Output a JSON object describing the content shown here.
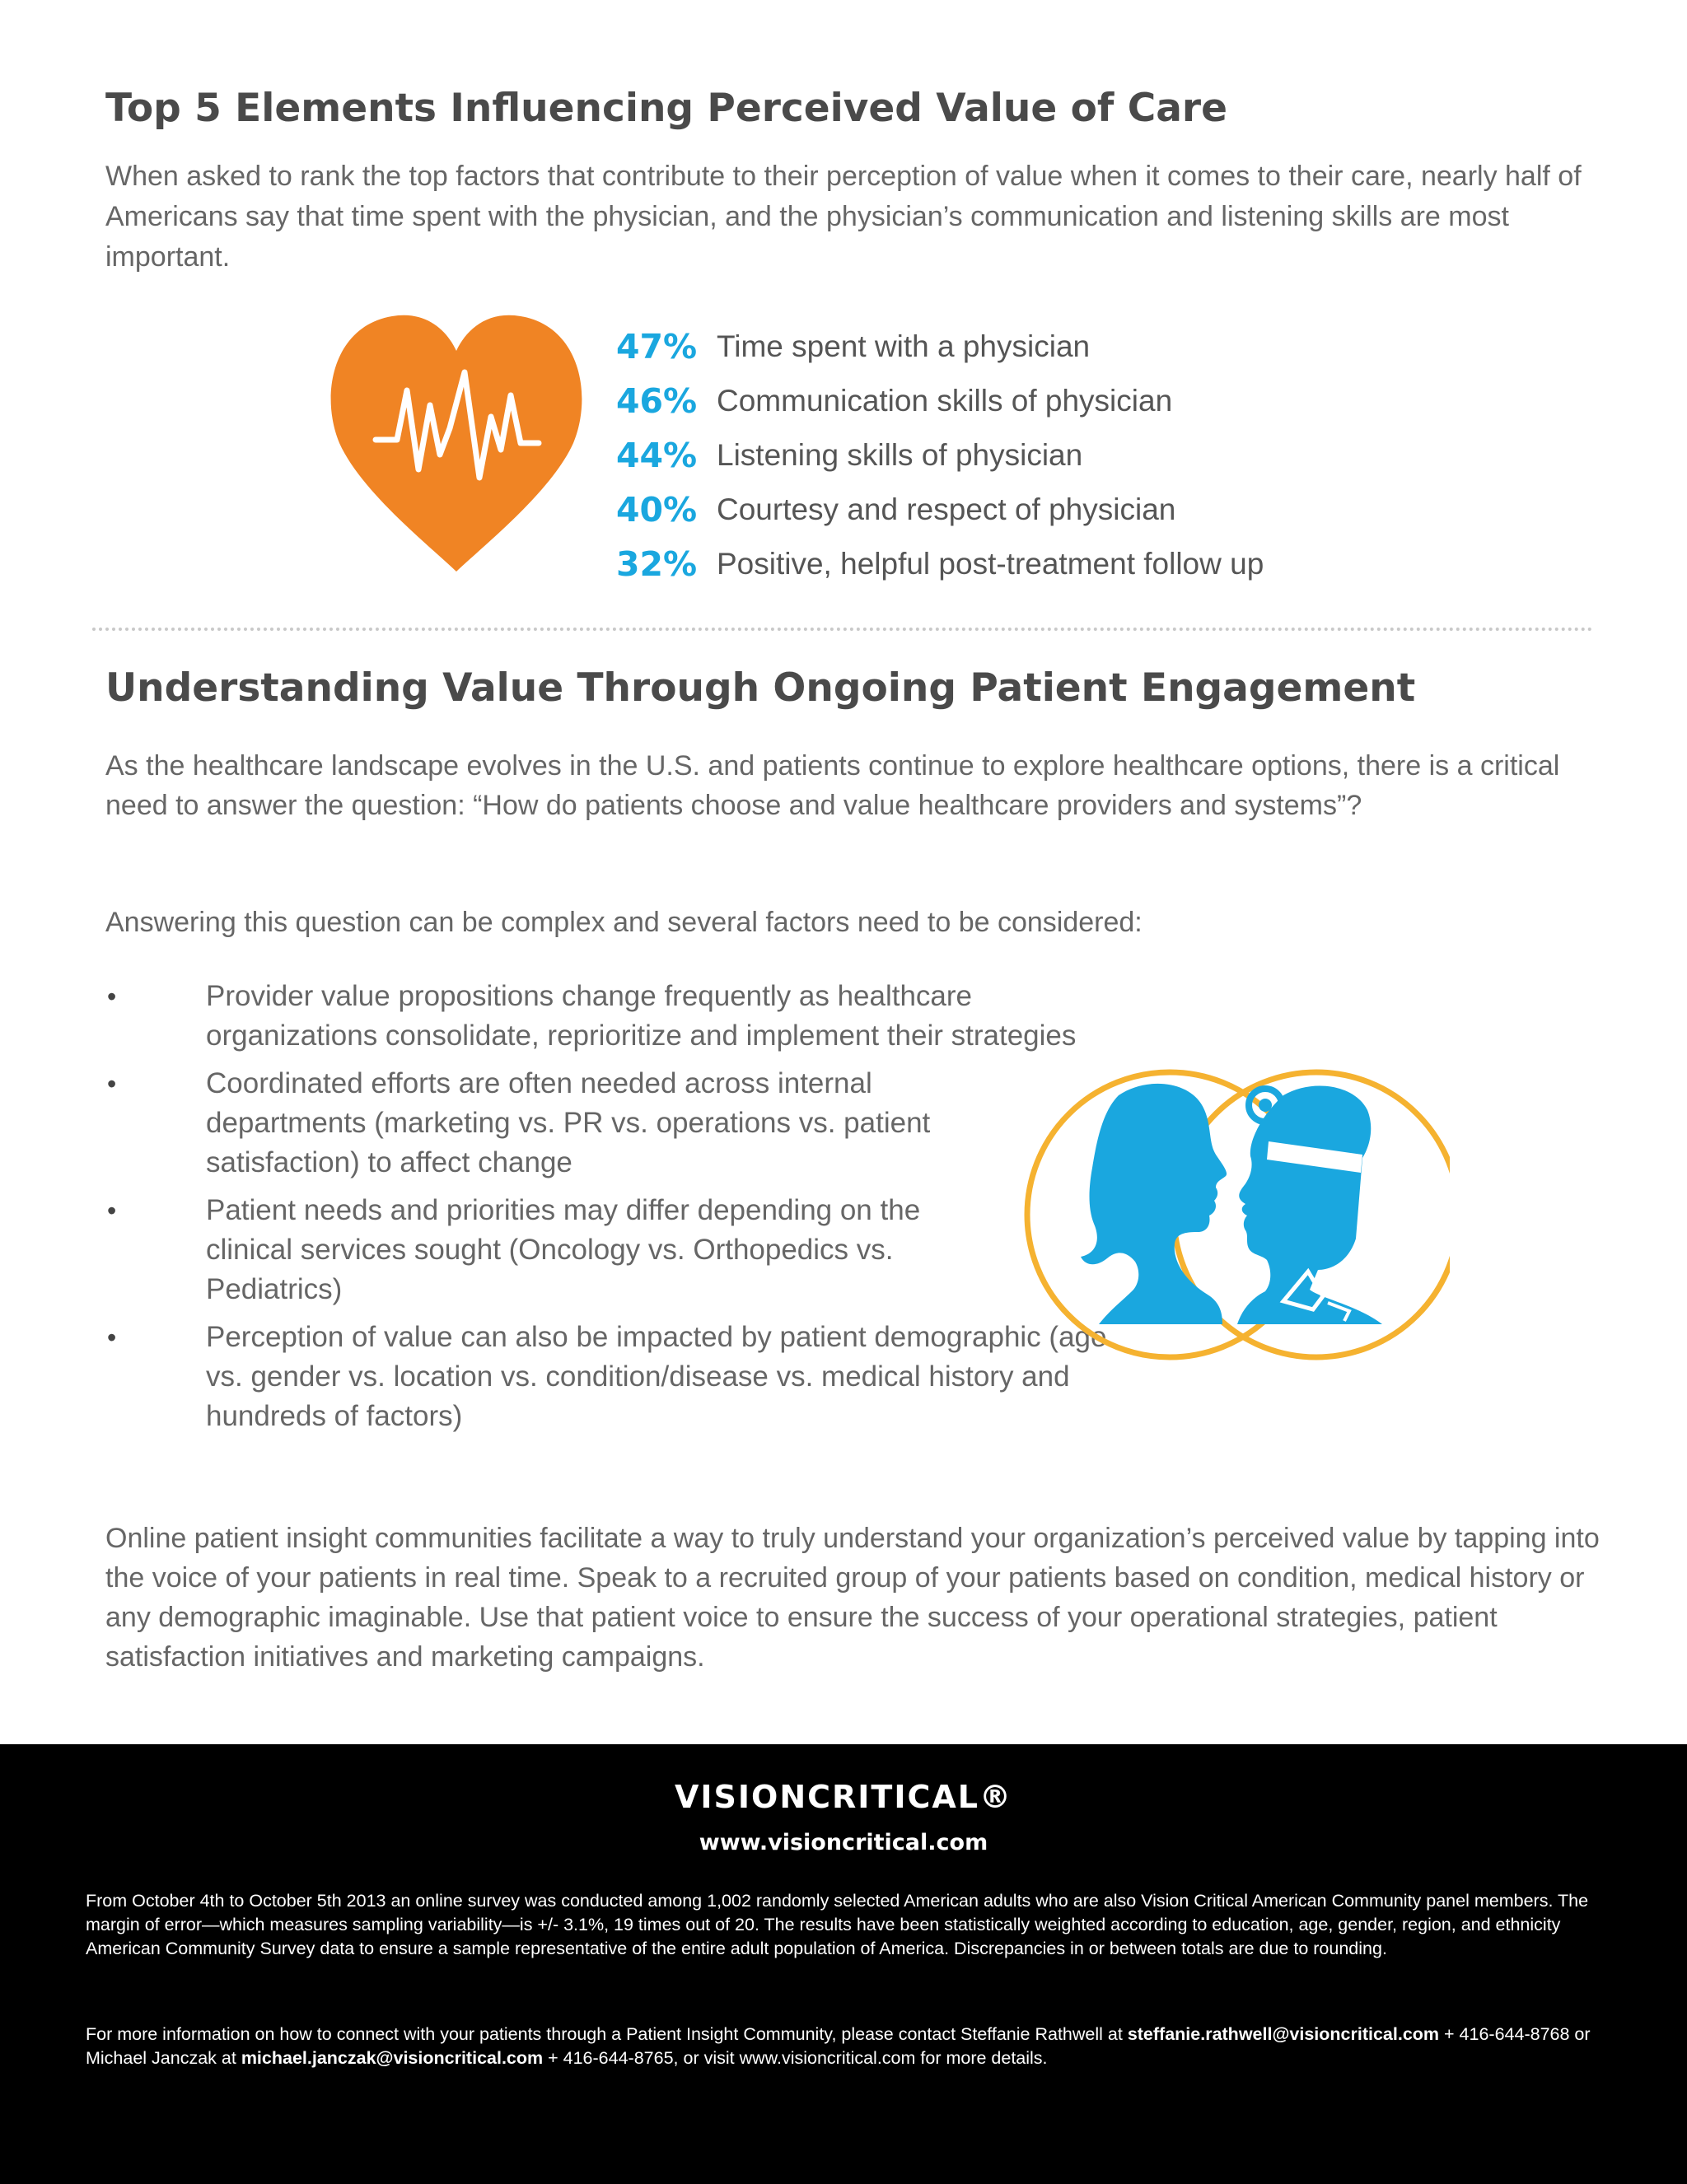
{
  "section1": {
    "title": "Top 5 Elements Influencing Perceived Value of Care",
    "intro": "When asked to rank the top factors that contribute to their perception of value when it comes to their care, nearly half of Americans say that time spent with the physician, and the physician’s communication and listening skills are most important."
  },
  "stats": [
    {
      "percent": "47%",
      "label": "Time spent with a physician"
    },
    {
      "percent": "46%",
      "label": "Communication skills of physician"
    },
    {
      "percent": "44%",
      "label": "Listening skills of physician"
    },
    {
      "percent": "40%",
      "label": "Courtesy and respect of physician"
    },
    {
      "percent": "32%",
      "label": "Positive, helpful post-treatment follow up"
    }
  ],
  "section2": {
    "title": "Understanding Value Through Ongoing Patient Engagement",
    "para1": "As the healthcare landscape evolves in the U.S. and patients continue to explore healthcare options, there is a critical need to answer the question: “How do patients choose and value healthcare providers and systems”?",
    "para2": "Answering this question can be complex and several factors need to be considered:",
    "bullet_symbol": "•",
    "bullets": [
      "Provider value propositions change frequently as healthcare organizations consolidate, reprioritize and implement their strategies",
      "Coordinated efforts are often needed across internal departments (marketing vs. PR vs. operations vs. patient satisfaction) to affect change",
      "Patient needs and priorities may differ depending on the clinical services sought (Oncology vs. Orthopedics vs. Pediatrics)",
      "Perception of value can also be impacted by patient demographic (age vs. gender vs. location vs. condition/disease vs. medical history and hundreds of factors)"
    ],
    "closing": "Online patient insight communities facilitate a way to truly understand your organization’s perceived value by tapping into the voice of your patients in real time. Speak to a recruited group of your patients based on condition, medical history or any demographic imaginable. Use that patient voice to ensure the success of your operational strategies, patient satisfaction initiatives and marketing campaigns."
  },
  "footer": {
    "brand": "VISIONCRITICAL®",
    "url": "www.visioncritical.com",
    "methodology": "From October 4th to October 5th 2013 an online survey was conducted among 1,002 randomly selected American adults who are also Vision Critical American Community panel members. The margin of error—which measures sampling variability—is +/- 3.1%, 19 times out of 20. The results have been statistically weighted according to education, age, gender, region, and ethnicity American Community Survey data to ensure a sample representative of the entire adult population of America. Discrepancies in or between totals are due to rounding.",
    "contact_intro": "For more information on how to connect with your patients through a Patient Insight Community, please contact Steffanie Rathwell at",
    "email1": "steffanie.rathwell@visioncritical.com",
    "contact_mid": " + 416-644-8768 or Michael Janczak at ",
    "email2": "michael.janczak@visioncritical.com",
    "contact_end": " + 416-644-8765, or visit www.visioncritical.com for more details."
  },
  "colors": {
    "accent_blue": "#1aa7df",
    "heart_orange": "#f08424",
    "ring_gold": "#f5b230",
    "footer_bg": "#000000"
  },
  "icons": [
    "heart-pulse-icon",
    "patient-profile-icon",
    "doctor-profile-icon"
  ]
}
